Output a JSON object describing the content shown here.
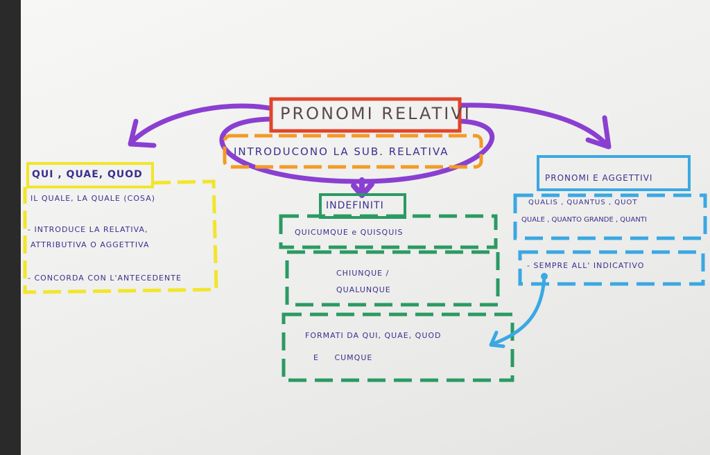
{
  "title": "PRONOMI RELATIVI",
  "subtitle": "INTRODUCONO LA SUB. RELATIVA",
  "left": {
    "header": "QUI , QUAE, QUOD",
    "lines": [
      "IL QUALE, LA QUALE (COSA)",
      "- INTRODUCE LA RELATIVA,",
      "ATTRIBUTIVA O AGGETTIVA",
      "- CONCORDA CON L'ANTECEDENTE"
    ]
  },
  "center": {
    "header": "INDEFINITI",
    "box1": "QUICUMQUE e QUISQUIS",
    "box2": [
      "CHIUNQUE /",
      "QUALUNQUE"
    ],
    "box3": [
      "FORMATI DA QUI, QUAE, QUOD",
      "E CUMQUE"
    ]
  },
  "right": {
    "header": "PRONOMI E AGGETTIVI",
    "line1": "QUALIS , QUANTUS , QUOT",
    "line2": "QUALE , QUANTO GRANDE , QUANTI",
    "line3": "- SEMPRE ALL' INDICATIVO"
  },
  "colors": {
    "title_box": "#e0442a",
    "subtitle_box": "#f39a26",
    "purple_arrows": "#8a3fd1",
    "yellow": "#f2e52a",
    "green": "#2a9a63",
    "blue": "#3aa8e2",
    "ink": "#3b2f8f"
  }
}
